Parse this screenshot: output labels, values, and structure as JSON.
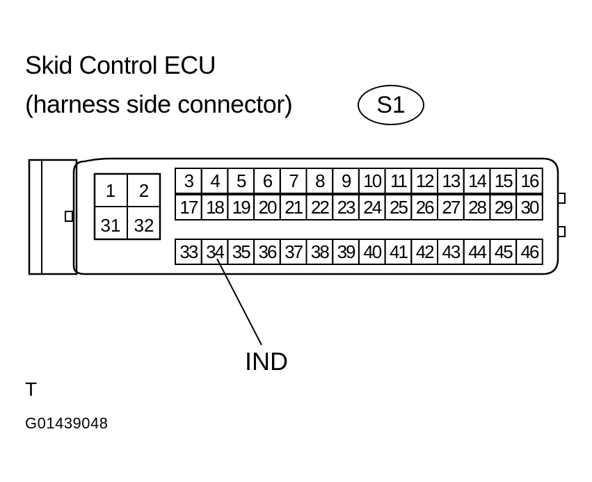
{
  "title": "Skid Control ECU",
  "subtitle": "(harness side connector)",
  "connector_id": "S1",
  "left_pins": [
    [
      "1",
      "2"
    ],
    [
      "31",
      "32"
    ]
  ],
  "row1": [
    "3",
    "4",
    "5",
    "6",
    "7",
    "8",
    "9",
    "10",
    "11",
    "12",
    "13",
    "14",
    "15",
    "16"
  ],
  "row2": [
    "17",
    "18",
    "19",
    "20",
    "21",
    "22",
    "23",
    "24",
    "25",
    "26",
    "27",
    "28",
    "29",
    "30"
  ],
  "row3": [
    "33",
    "34",
    "35",
    "36",
    "37",
    "38",
    "39",
    "40",
    "41",
    "42",
    "43",
    "44",
    "45",
    "46"
  ],
  "callout": {
    "label": "IND",
    "pin": "34"
  },
  "view_letter": "T",
  "figure_id": "G01439048"
}
